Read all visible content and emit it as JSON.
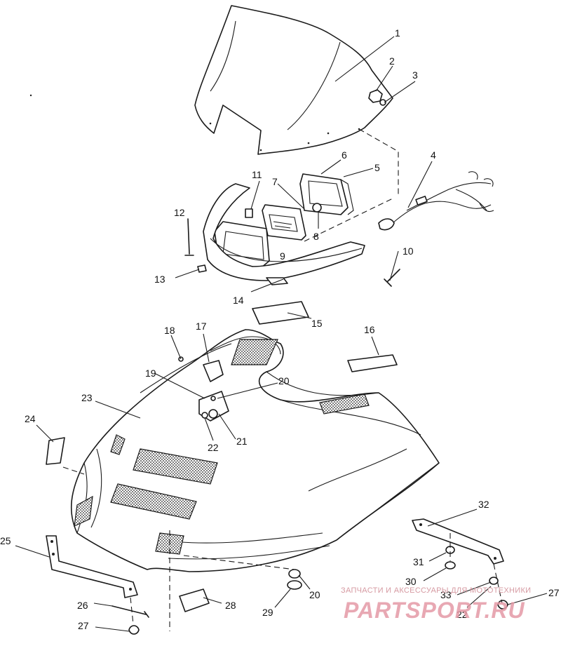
{
  "callouts": {
    "c1": "1",
    "c2": "2",
    "c3": "3",
    "c4": "4",
    "c5": "5",
    "c6": "6",
    "c7": "7",
    "c8": "8",
    "c9": "9",
    "c10": "10",
    "c11": "11",
    "c12": "12",
    "c13": "13",
    "c14": "14",
    "c15": "15",
    "c16": "16",
    "c17": "17",
    "c18": "18",
    "c19": "19",
    "c20a": "20",
    "c20b": "20",
    "c21": "21",
    "c22a": "22",
    "c22b": "22",
    "c23": "23",
    "c24": "24",
    "c25": "25",
    "c26": "26",
    "c27a": "27",
    "c27b": "27",
    "c28": "28",
    "c29": "29",
    "c30": "30",
    "c31": "31",
    "c32": "32",
    "c33": "33"
  },
  "watermark": {
    "text": "ЗАПЧАСТИ И АКСЕССУАРЫ ДЛЯ МОТОТЕХНИКИ",
    "logo": "PARTSPORT.RU"
  },
  "colors": {
    "line": "#1a1a1a",
    "watermark": "#e59aa6"
  }
}
